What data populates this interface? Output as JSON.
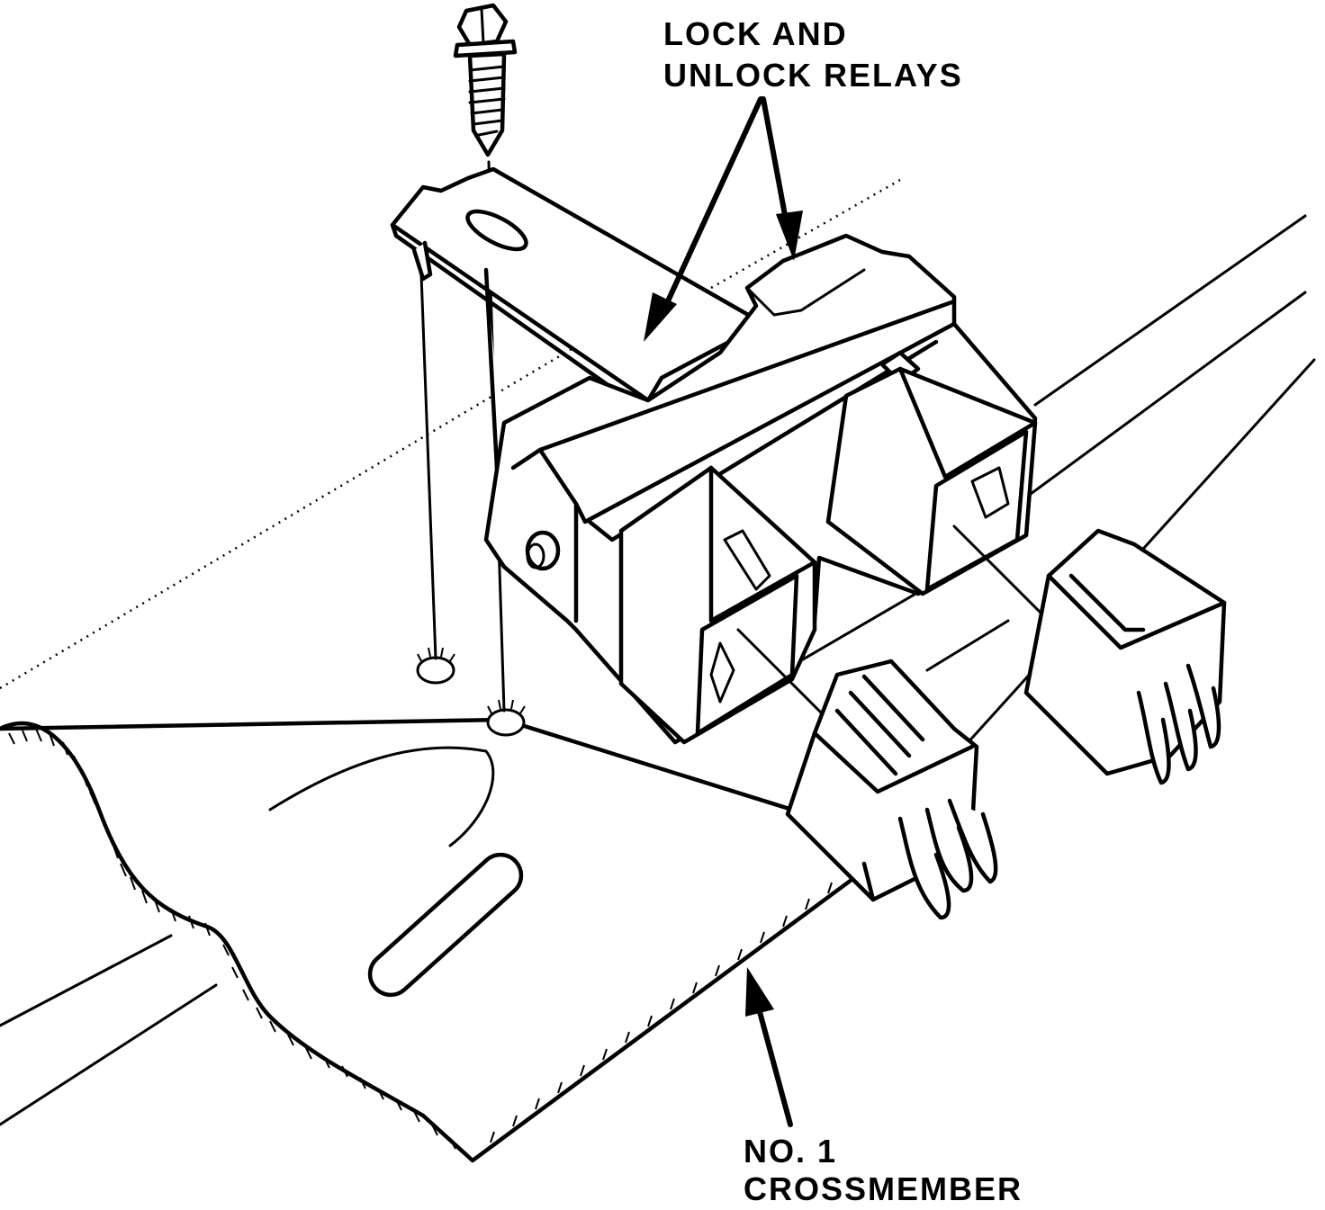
{
  "labels": {
    "relays_line1": "LOCK AND",
    "relays_line2": "UNLOCK RELAYS",
    "crossmember_line1": "NO. 1",
    "crossmember_line2": "CROSSMEMBER"
  },
  "colors": {
    "ink": "#000000",
    "paper": "#ffffff"
  }
}
